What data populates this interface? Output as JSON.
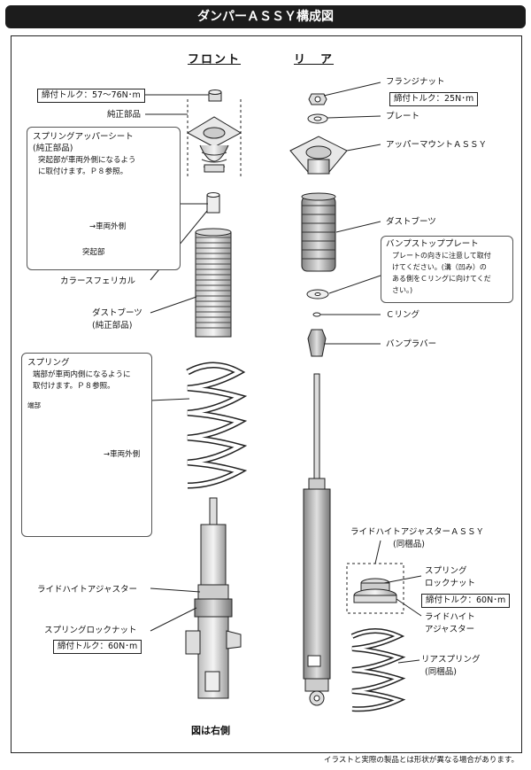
{
  "header": {
    "title": "ダンパーＡＳＳＹ構成図"
  },
  "front": {
    "heading": "フロント",
    "torque_top": "締付トルク：57〜76N･m",
    "genuine_part": "純正部品",
    "upper_sheet_note": {
      "title": "スプリングアッパーシート",
      "subtitle": "(純正部品)",
      "body1": "突起部が車両外側になるよう",
      "body2": "に取付けます。Ｐ８参照。",
      "outer_side": "→車両外側",
      "protrusion": "突起部"
    },
    "collar": "カラースフェリカル",
    "dust_boot": "ダストブーツ",
    "dust_boot_sub": "(純正部品)",
    "spring_note": {
      "title": "スプリング",
      "body1": "端部が車両内側になるように",
      "body2": "取付けます。Ｐ８参照。",
      "end_label": "端部",
      "outer_side": "→車両外側"
    },
    "ride_height_adjuster": "ライドハイトアジャスター",
    "spring_lock_nut": "スプリングロックナット",
    "torque_lock": "締付トルク：60N･m",
    "caption": "図は右側"
  },
  "rear": {
    "heading": "リ　ア",
    "flange_nut": "フランジナット",
    "torque_flange": "締付トルク：25N･m",
    "plate": "プレート",
    "upper_mount": "アッパーマウントＡＳＳＹ",
    "dust_boot": "ダストブーツ",
    "bump_stop_plate": {
      "title": "バンプストッププレート",
      "l1": "プレートの向きに注意して取付",
      "l2": "けてください。(溝（凹み）の",
      "l3": "ある側をＣリングに向けてくだ",
      "l4": "さい。)"
    },
    "c_ring": "Ｃリング",
    "bump_rubber": "バンプラバー",
    "ride_height_assy": "ライドハイトアジャスターＡＳＳＹ",
    "ride_height_assy_sub": "(同梱品)",
    "spring_lock_nut_1": "スプリング",
    "spring_lock_nut_2": "ロックナット",
    "torque_lock": "締付トルク：60N･m",
    "ride_height_1": "ライドハイト",
    "ride_height_2": "アジャスター",
    "rear_spring": "リアスプリング",
    "rear_spring_sub": "(同梱品)"
  },
  "footnote": "イラストと実際の製品とは形状が異なる場合があります。"
}
